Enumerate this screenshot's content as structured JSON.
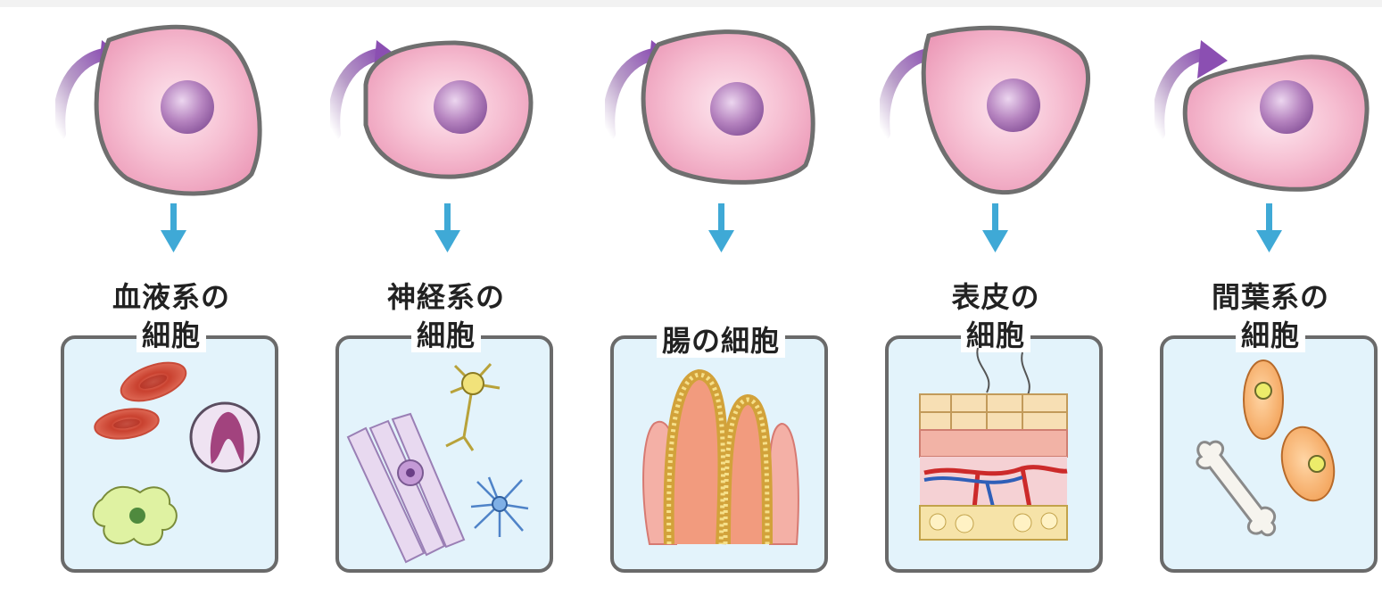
{
  "columns": [
    {
      "label_line1": "血液系の",
      "label_line2": "細胞",
      "icon": "blood-cells-icon"
    },
    {
      "label_line1": "神経系の",
      "label_line2": "細胞",
      "icon": "nerve-cells-icon"
    },
    {
      "label_single": "腸の細胞",
      "icon": "intestine-cells-icon"
    },
    {
      "label_line1": "表皮の",
      "label_line2": "細胞",
      "icon": "skin-cells-icon"
    },
    {
      "label_line1": "間葉系の",
      "label_line2": "細胞",
      "icon": "mesenchymal-cells-icon"
    }
  ],
  "colors": {
    "cell_fill": "#f2aec6",
    "cell_outline": "#6f6f6f",
    "nucleus": "#b07ab8",
    "self_renew_arrow": "#8b4fb2",
    "down_arrow": "#3fa9d6",
    "panel_bg": "#e3f3fb",
    "panel_border": "#6a6a6a"
  }
}
